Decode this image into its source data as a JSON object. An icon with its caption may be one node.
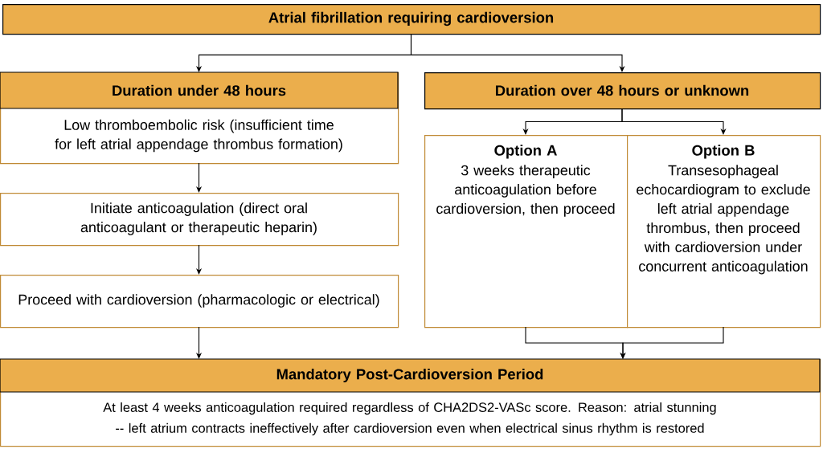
{
  "diagram": {
    "nodes": [
      {
        "text": [
          "Atrial fibrillation requiring cardioversion"
        ]
      },
      {
        "text": [
          "Duration under 48 hours",
          "Low thromboembolic risk (insufficient time for left atrial appendage thrombus formation)"
        ]
      },
      {
        "text": [
          "Initiate anticoagulation (direct oral anticoagulant or therapeutic heparin)"
        ]
      },
      {
        "text": [
          "Proceed with cardioversion (pharmacologic or electrical)"
        ]
      },
      {
        "text": [
          "Duration over 48 hours or unknown"
        ]
      },
      {
        "text": [
          "Option A",
          "3 weeks therapeutic anticoagulation before cardioversion, then proceed"
        ]
      },
      {
        "text": [
          "Option B",
          "Transesophageal echocardiogram to exclude left atrial appendage thrombus, then proceed with cardioversion under concurrent anticoagulation"
        ]
      },
      {
        "text": [
          "Mandatory Post-Cardioversion Period",
          "At least 4 weeks anticoagulation required regardless of CHA2DS2-VASc score. Reason: atrial stunning -- left atrium contracts ineffectively after cardioversion even when electrical sinus rhythm is restored"
        ]
      }
    ],
    "edges": [
      {
        "from": 0,
        "to": 1,
        "arrow": "to"
      },
      {
        "from": 0,
        "to": 4,
        "arrow": "to"
      },
      {
        "from": 1,
        "to": 2,
        "arrow": "to"
      },
      {
        "from": 2,
        "to": 3,
        "arrow": "to"
      },
      {
        "from": 4,
        "to": 5,
        "arrow": "to"
      },
      {
        "from": 4,
        "to": 6,
        "arrow": "to"
      },
      {
        "from": 3,
        "to": 7,
        "arrow": "to"
      },
      {
        "from": 5,
        "to": 7,
        "arrow": "to"
      },
      {
        "from": 6,
        "to": 7,
        "arrow": "to"
      }
    ]
  }
}
